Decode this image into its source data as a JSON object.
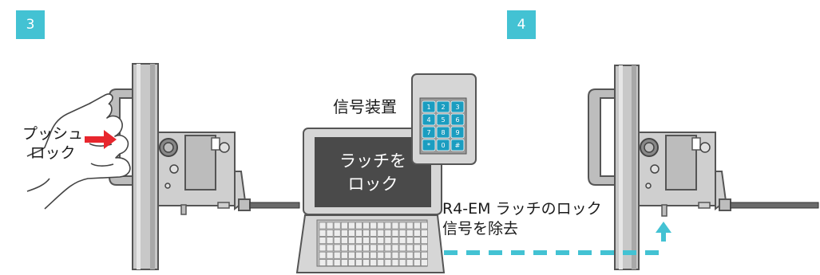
{
  "step_badges": {
    "left": "3",
    "right": "4"
  },
  "labels": {
    "push_lock_line1": "プッシュ",
    "push_lock_line2": "ロック",
    "signal_device": "信号装置",
    "screen_line1": "ラッチを",
    "screen_line2": "ロック",
    "remove_line1": "R4-EM ラッチのロック",
    "remove_line2": "信号を除去"
  },
  "keypad_keys": [
    "1",
    "2",
    "3",
    "4",
    "5",
    "6",
    "7",
    "8",
    "9",
    "*",
    "0",
    "#"
  ],
  "colors": {
    "badge": "#43c2d3",
    "arrow_push": "#e8262d",
    "signal_line": "#43c2d3",
    "laptop_screen": "#4a4a4a",
    "keypad_key": "#1b9dc0"
  },
  "icons": {
    "push_arrow": "red-arrow-icon",
    "signal_arrow": "cyan-up-arrow-icon"
  }
}
